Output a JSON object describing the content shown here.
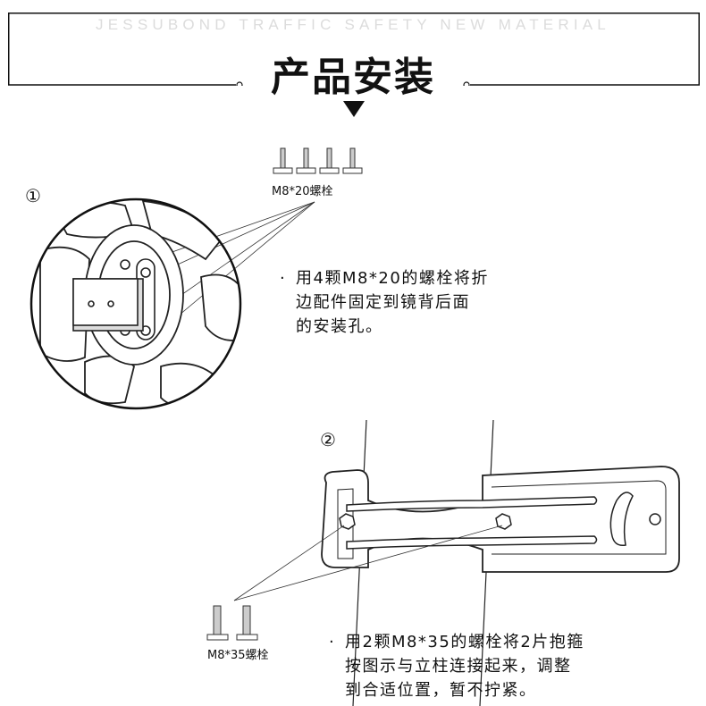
{
  "header": {
    "brand_text": "JESSUBOND TRAFFIC SAFETY NEW MATERIAL",
    "title": "产品安装"
  },
  "step1": {
    "number": "①",
    "bolt_label": "M8*20螺栓",
    "instruction_lines": [
      "用4颗M8*20的螺栓将折",
      "边配件固定到镜背后面",
      "的安装孔。"
    ]
  },
  "step2": {
    "number": "②",
    "bolt_label": "M8*35螺栓",
    "instruction_lines": [
      "用2颗M8*35的螺栓将2片抱箍",
      "按图示与立柱连接起来，调整",
      "到合适位置，暂不拧紧。"
    ]
  },
  "bullet": "·"
}
